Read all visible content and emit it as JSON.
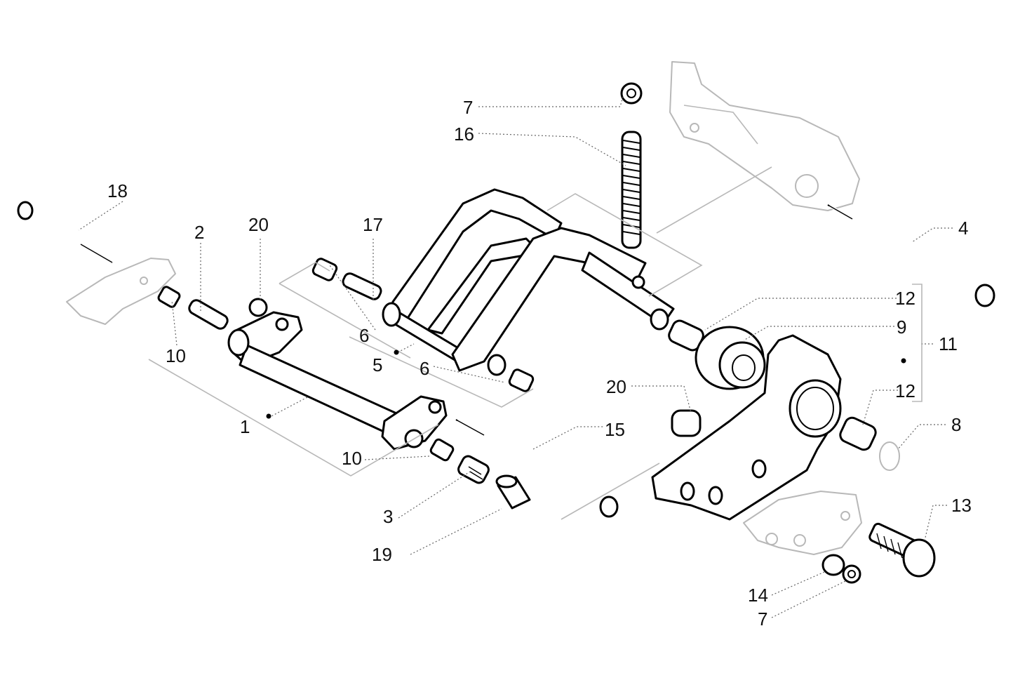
{
  "diagram": {
    "callouts": [
      {
        "id": "c1",
        "label": "1"
      },
      {
        "id": "c2",
        "label": "2"
      },
      {
        "id": "c3",
        "label": "3"
      },
      {
        "id": "c4",
        "label": "4"
      },
      {
        "id": "c5",
        "label": "5"
      },
      {
        "id": "c6a",
        "label": "6"
      },
      {
        "id": "c6b",
        "label": "6"
      },
      {
        "id": "c7a",
        "label": "7"
      },
      {
        "id": "c7b",
        "label": "7"
      },
      {
        "id": "c8",
        "label": "8"
      },
      {
        "id": "c9",
        "label": "9"
      },
      {
        "id": "c10a",
        "label": "10"
      },
      {
        "id": "c10b",
        "label": "10"
      },
      {
        "id": "c11",
        "label": "11"
      },
      {
        "id": "c12a",
        "label": "12"
      },
      {
        "id": "c12b",
        "label": "12"
      },
      {
        "id": "c13",
        "label": "13"
      },
      {
        "id": "c14",
        "label": "14"
      },
      {
        "id": "c15",
        "label": "15"
      },
      {
        "id": "c16",
        "label": "16"
      },
      {
        "id": "c17",
        "label": "17"
      },
      {
        "id": "c18",
        "label": "18"
      },
      {
        "id": "c19",
        "label": "19"
      },
      {
        "id": "c20a",
        "label": "20"
      },
      {
        "id": "c20b",
        "label": "20"
      }
    ]
  }
}
